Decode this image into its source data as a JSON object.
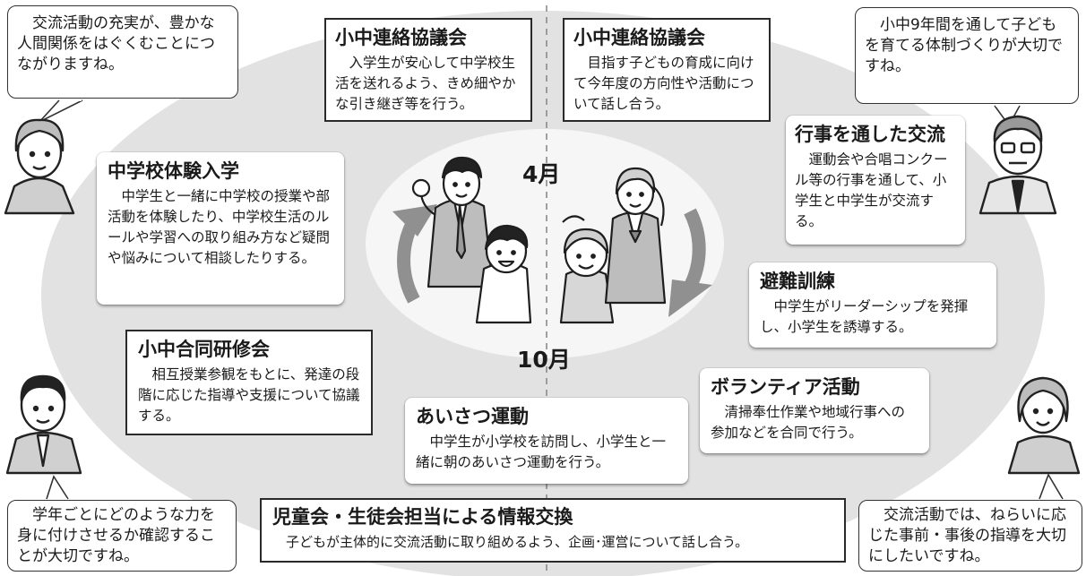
{
  "colors": {
    "outer_ellipse": "#e2e2e2",
    "inner_ellipse": "#f6f6f6",
    "arrow": "#909090",
    "divider": "#8a8a8a"
  },
  "center": {
    "month_top": "4月",
    "month_bottom": "10月"
  },
  "cards": {
    "renraku1": {
      "title": "小中連絡協議会",
      "body": "入学生が安心して中学校生活を送れるよう、きめ細やかな引き継ぎ等を行う。"
    },
    "renraku2": {
      "title": "小中連絡協議会",
      "body": "目指す子どもの育成に向けて今年度の方向性や活動について話し合う。"
    },
    "taiken": {
      "title": "中学校体験入学",
      "body": "中学生と一緒に中学校の授業や部活動を体験したり、中学校生活のルールや学習への取り組み方など疑問や悩みについて相談したりする。"
    },
    "gyoji": {
      "title": "行事を通した交流",
      "body": "運動会や合唱コンクール等の行事を通して、小学生と中学生が交流する。"
    },
    "hinan": {
      "title": "避難訓練",
      "body": "中学生がリーダーシップを発揮し、小学生を誘導する。"
    },
    "kenshu": {
      "title": "小中合同研修会",
      "body": "相互授業参観をもとに、発達の段階に応じた指導や支援について協議する。"
    },
    "volunteer": {
      "title": "ボランティア活動",
      "body": "清掃奉仕作業や地域行事への参加などを合同で行う。"
    },
    "aisatsu": {
      "title": "あいさつ運動",
      "body": "中学生が小学校を訪問し、小学生と一緒に朝のあいさつ運動を行う。"
    },
    "joho": {
      "title": "児童会・生徒会担当による情報交換",
      "body": "子どもが主体的に交流活動に取り組めるよう、企画･運営について話し合う。"
    }
  },
  "bubbles": {
    "top_left": "交流活動の充実が、豊かな人間関係をはぐくむことにつながりますね。",
    "top_right": "小中9年間を通して子どもを育てる体制づくりが大切ですね。",
    "bottom_left": "学年ごとにどのような力を身に付けさせるか確認することが大切ですね。",
    "bottom_right": "交流活動では、ねらいに応じた事前・事後の指導を大切にしたいですね。"
  },
  "icons": {
    "people": [
      "woman-teacher-icon",
      "man-principal-icon",
      "man-teacher-icon",
      "woman-parent-icon"
    ],
    "students": "students-group-illustration",
    "cycle": [
      "cycle-arrow-left-icon",
      "cycle-arrow-right-icon"
    ]
  }
}
